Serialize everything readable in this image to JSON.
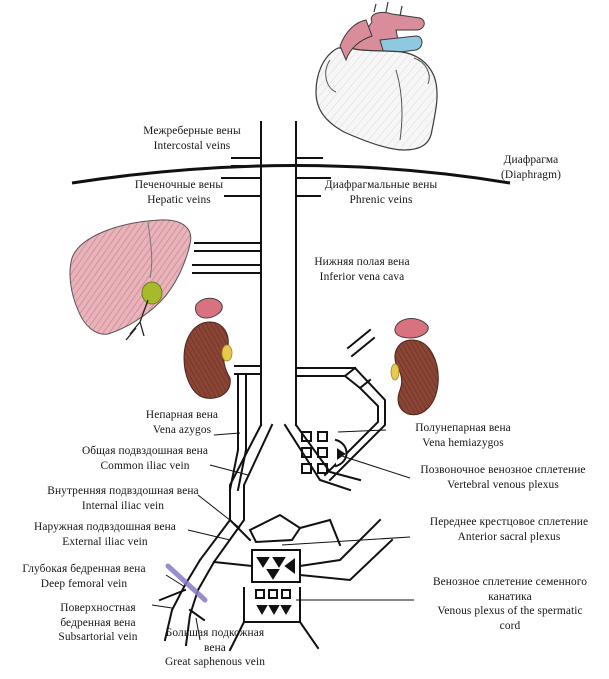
{
  "labels": {
    "intercostal": {
      "ru": "Межреберные вены",
      "en": "Intercostal veins"
    },
    "diaphragm": {
      "ru": "Диафрагма",
      "en": "(Diaphragm)"
    },
    "hepatic": {
      "ru": "Печеночные вены",
      "en": "Hepatic veins"
    },
    "phrenic": {
      "ru": "Диафрагмальные вены",
      "en": "Phrenic veins"
    },
    "ivc": {
      "ru": "Нижняя полая вена",
      "en": "Inferior vena cava"
    },
    "azygos": {
      "ru": "Непарная вена",
      "en": "Vena azygos"
    },
    "hemiazygos": {
      "ru": "Полунепарная вена",
      "en": "Vena hemiazygos"
    },
    "common_iliac": {
      "ru": "Общая подвздошная вена",
      "en": "Common iliac vein"
    },
    "vertebral_plexus": {
      "ru": "Позвоночное венозное сплетение",
      "en": "Vertebral venous plexus"
    },
    "internal_iliac": {
      "ru": "Внутренняя подвздошная вена",
      "en": "Internal iliac vein"
    },
    "external_iliac": {
      "ru": "Наружная подвздошная вена",
      "en": "External iliac vein"
    },
    "anterior_sacral": {
      "ru": "Переднее крестцовое сплетение",
      "en": "Anterior sacral plexus"
    },
    "deep_femoral": {
      "ru": "Глубокая бедренная вена",
      "en": "Deep femoral vein"
    },
    "subsartorial": {
      "ru1": "Поверхностная",
      "ru2": "бедренная вена",
      "en": "Subsartorial vein"
    },
    "spermatic": {
      "ru1": "Венозное сплетение семенного",
      "ru2": "канатика",
      "en1": "Venous plexus of the spermatic",
      "en2": "cord"
    },
    "saphenous": {
      "ru1": "Большая подкожная",
      "ru2": "вена",
      "en": "Great saphenous vein"
    }
  },
  "colors": {
    "vein_line": "#111111",
    "heart_outline": "#3a3a3a",
    "aorta": "#d98d9a",
    "pulmonary": "#8fc9df",
    "liver": "#e3a9b1",
    "gallbladder": "#a6bb2c",
    "kidney": "#8a4535",
    "adrenal": "#e6c94d",
    "kidney_cap": "#d9727f",
    "ruler": "#8a78c8"
  }
}
